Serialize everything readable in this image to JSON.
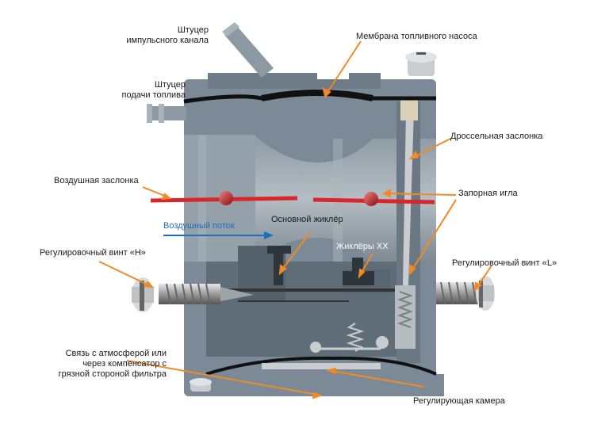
{
  "diagram": {
    "labels": {
      "impulse_fitting": [
        "Штуцер",
        "импульсного канала"
      ],
      "fuel_fitting": [
        "Штуцер",
        "подачи топлива"
      ],
      "pump_membrane": "Мембрана топливного насоса",
      "throttle": "Дроссельная заслонка",
      "choke": "Воздушная заслонка",
      "shutoff_needle": "Запорная игла",
      "airflow": "Воздушный поток",
      "main_jet": "Основной жиклёр",
      "idle_jets": "Жиклёры ХХ",
      "screw_h": "Регулировочный винт «H»",
      "screw_l": "Регулировочный винт «L»",
      "atmosphere": [
        "Связь с атмосферой или",
        "через компенсатор с",
        "грязной стороной фильтра"
      ],
      "regulating_chamber": "Регулирующая камера"
    },
    "colors": {
      "body": "#7b8a96",
      "body_dark": "#56636d",
      "venturi": "#9aa6af",
      "leader": "#f08a24",
      "choke_plate": "#d8262a",
      "airflow_arrow": "#1e6fb8",
      "membrane": "#111111"
    }
  }
}
